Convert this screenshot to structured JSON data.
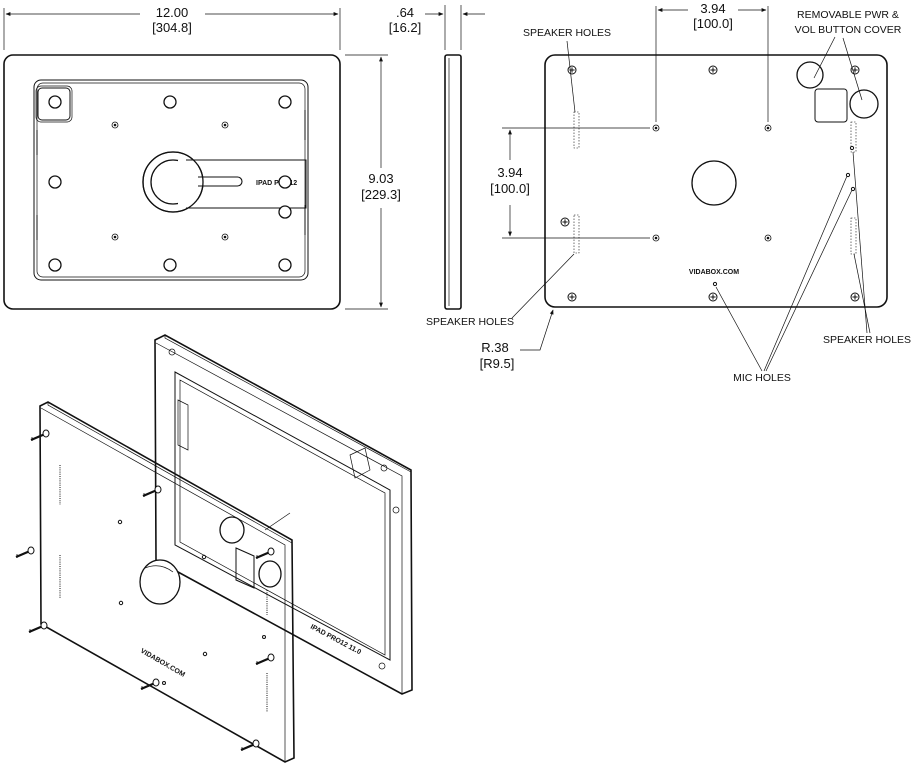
{
  "front_view": {
    "width_in": "12.00",
    "width_mm": "[304.8]",
    "height_in": "9.03",
    "height_mm": "[229.3]",
    "slot_label": "IPAD PRO12"
  },
  "side_view": {
    "depth_in": ".64",
    "depth_mm": "[16.2]"
  },
  "back_view": {
    "hole_spacing_h_in": "3.94",
    "hole_spacing_h_mm": "[100.0]",
    "hole_spacing_v_in": "3.94",
    "hole_spacing_v_mm": "[100.0]",
    "cover_label_line1": "REMOVABLE PWR &",
    "cover_label_line2": "VOL BUTTON COVER",
    "speaker_label_top": "SPEAKER HOLES",
    "speaker_label_left": "SPEAKER HOLES",
    "speaker_label_right": "SPEAKER HOLES",
    "mic_label": "MIC HOLES",
    "radius_in": "R.38",
    "radius_mm": "[R9.5]",
    "brand_text": "VIDABOX.COM"
  },
  "iso_view": {
    "brand_text": "VIDABOX.COM",
    "frame_label": "IPAD PRO12 11.0"
  }
}
